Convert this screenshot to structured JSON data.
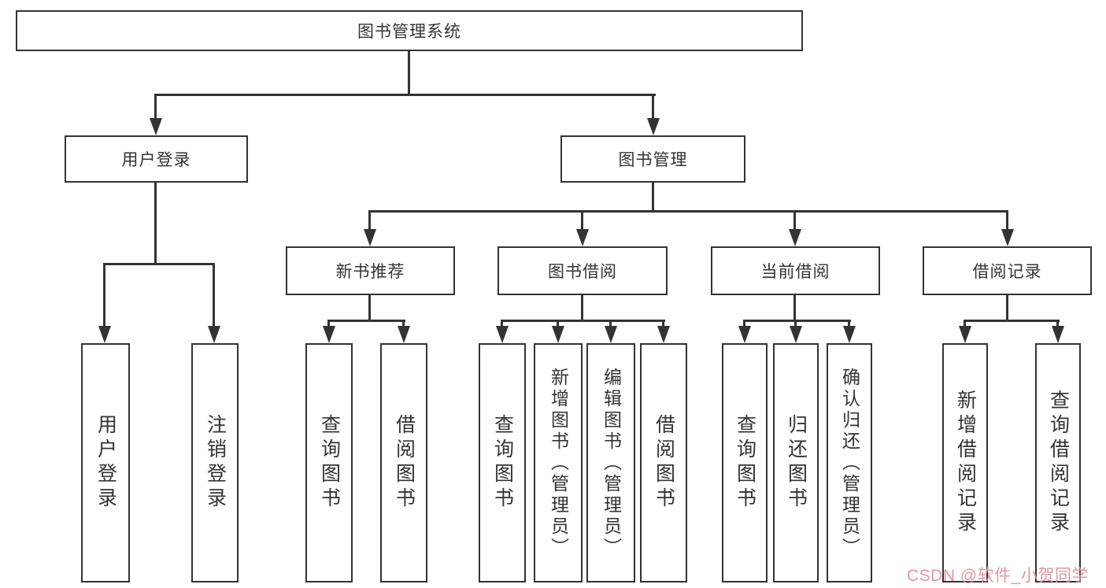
{
  "diagram_title": "图书管理系统",
  "nodes": {
    "root": {
      "label": "图书管理系统"
    },
    "user_login": {
      "label": "用户登录"
    },
    "book_management": {
      "label": "图书管理"
    },
    "new_book_recommend": {
      "label": "新书推荐"
    },
    "book_borrow": {
      "label": "图书借阅"
    },
    "current_borrow": {
      "label": "当前借阅"
    },
    "borrow_records": {
      "label": "借阅记录"
    },
    "user_login_children": [
      "用户登录",
      "注销登录"
    ],
    "new_book_children": [
      "查询图书",
      "借阅图书"
    ],
    "book_borrow_children": [
      "查询图书",
      "新增图书（管理员）",
      "编辑图书（管理员）",
      "借阅图书"
    ],
    "current_borrow_children": [
      "查询图书",
      "归还图书",
      "确认归还（管理员）"
    ],
    "borrow_records_children": [
      "新增借阅记录",
      "查询借阅记录"
    ]
  },
  "watermark": {
    "text": "CSDN @软件_小贺同学"
  },
  "colors": {
    "line": "#333333",
    "text": "#333333",
    "background": "#ffffff",
    "watermark": "#dd8e96"
  }
}
